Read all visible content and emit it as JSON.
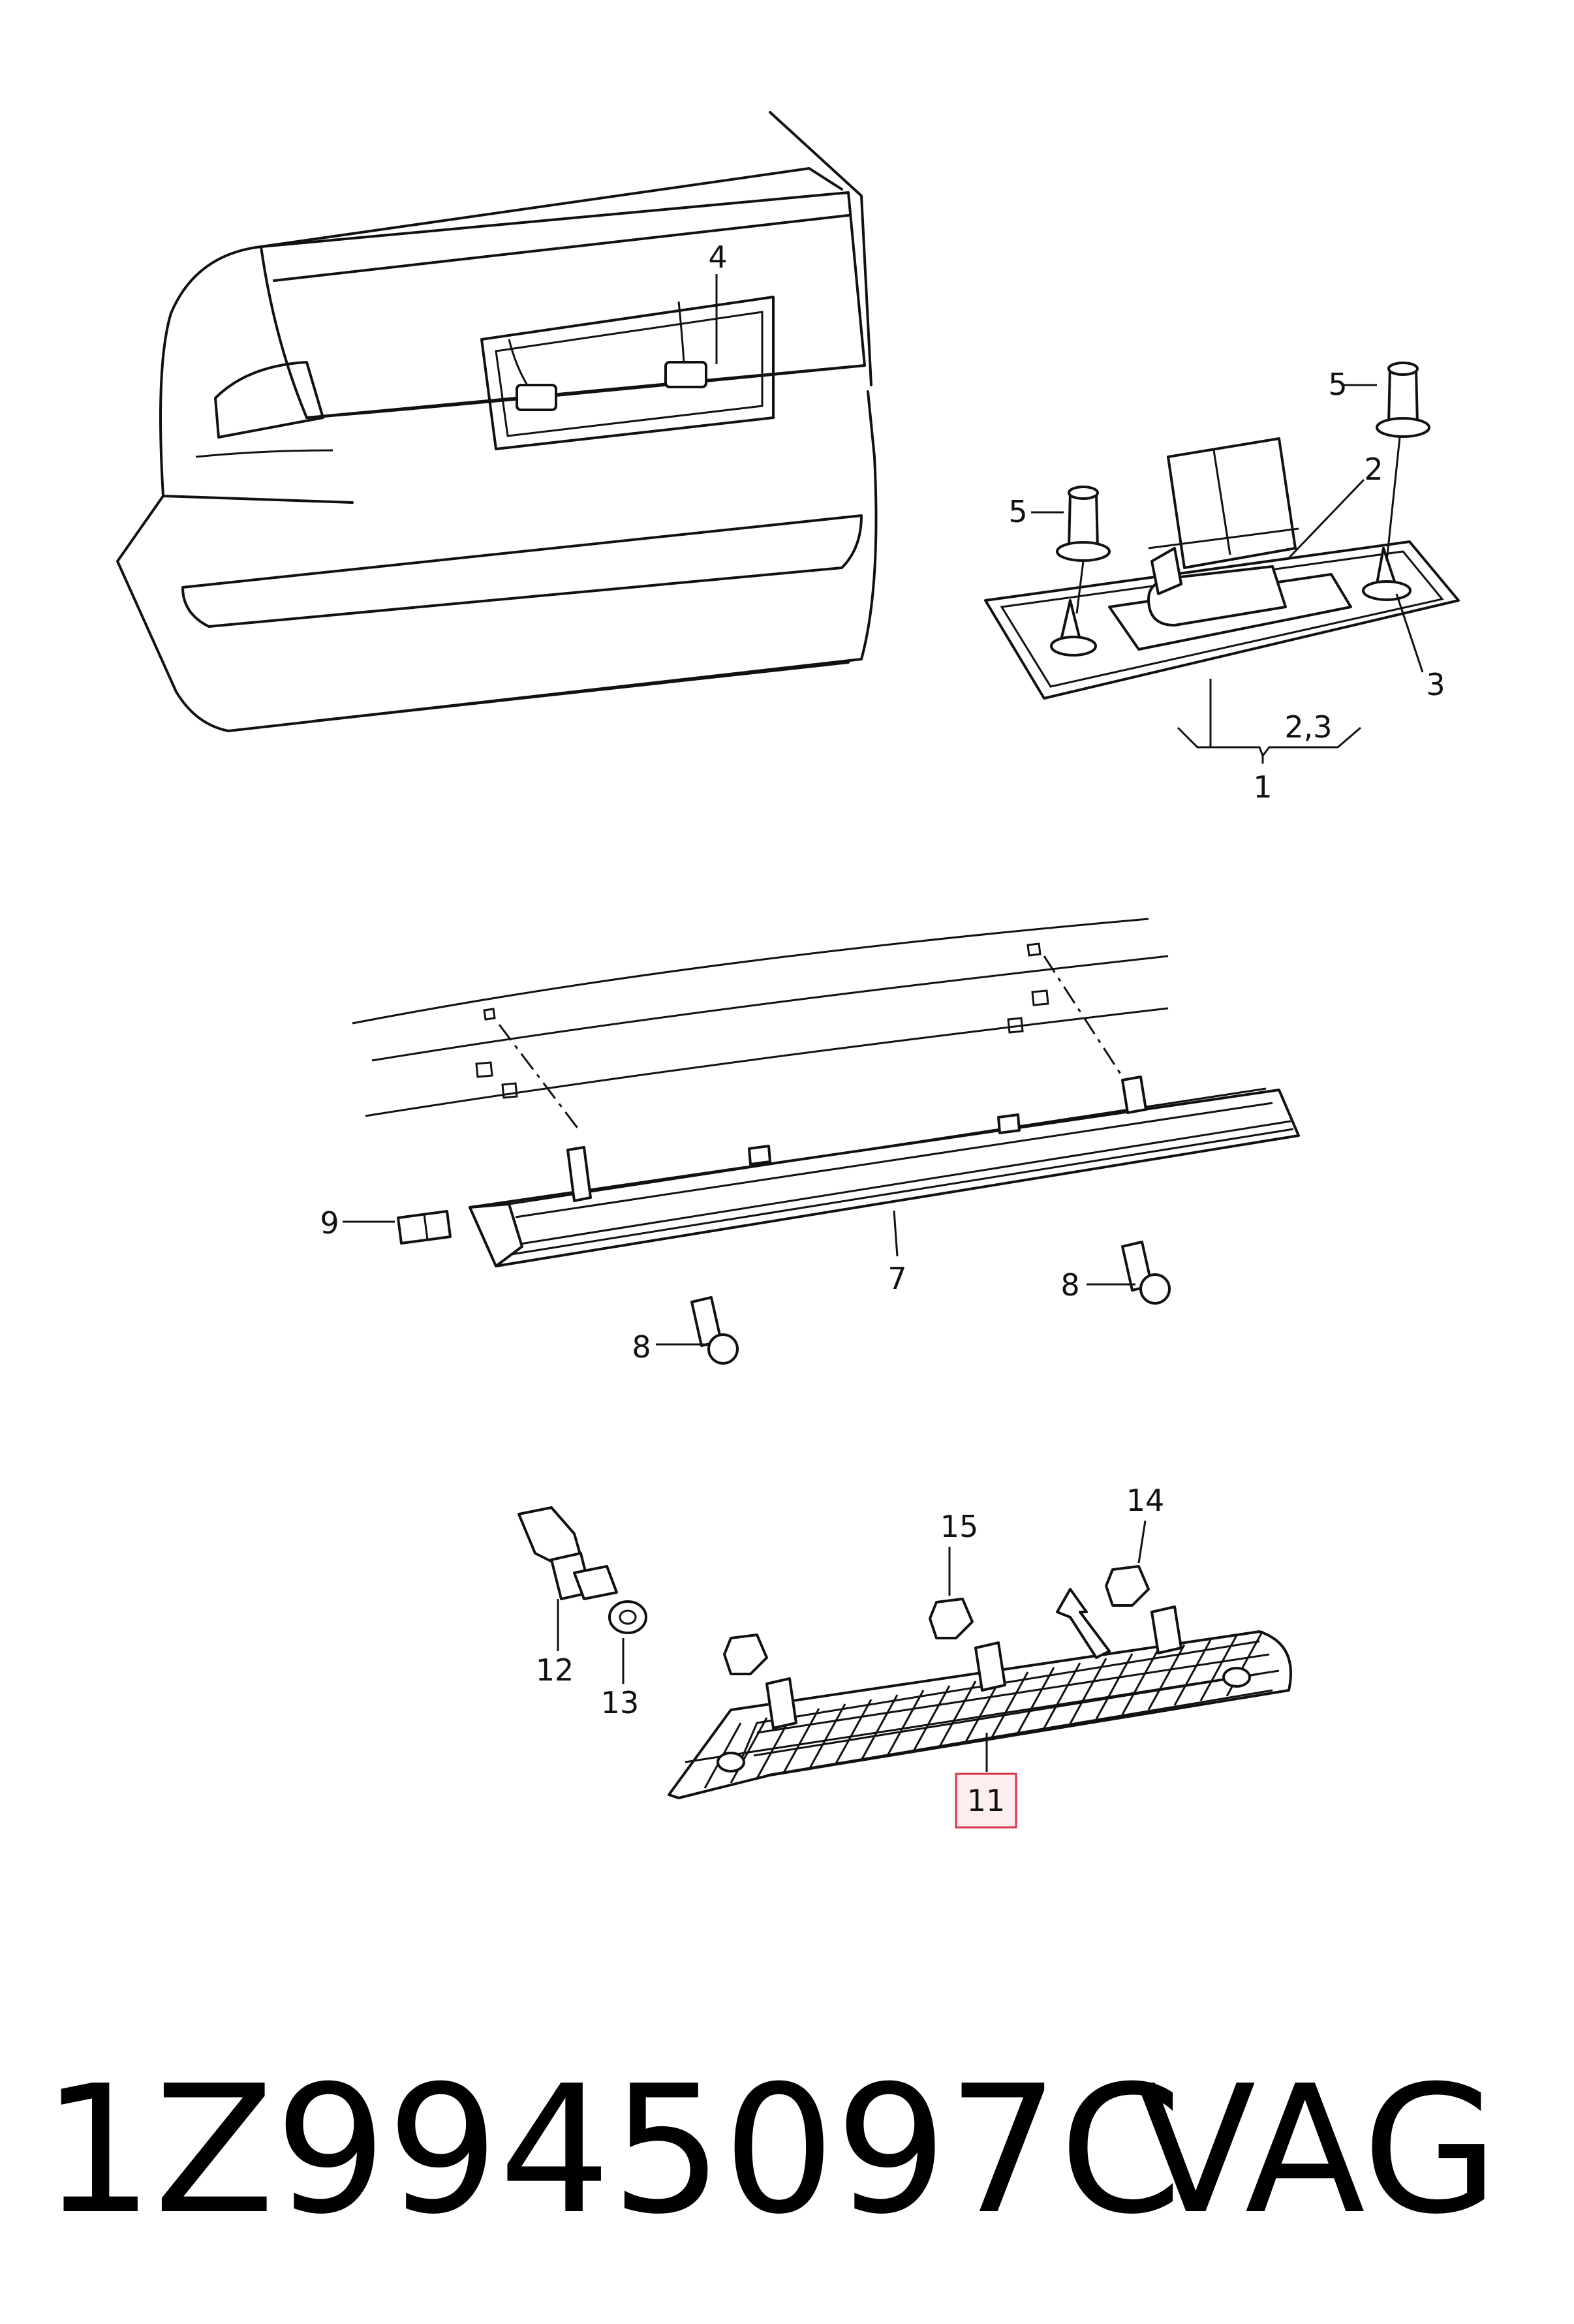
{
  "callouts": {
    "c1": "1",
    "c2": "2",
    "c2_3": "2,3",
    "c3": "3",
    "c4": "4",
    "c5a": "5",
    "c5b": "5",
    "c7": "7",
    "c8a": "8",
    "c8b": "8",
    "c9": "9",
    "c11": "11",
    "c12": "12",
    "c13": "13",
    "c14": "14",
    "c15": "15"
  },
  "footer": {
    "part_number": "1Z9945097C",
    "brand": "VAG"
  },
  "colors": {
    "line": "#111111",
    "highlight_border": "#d9344a",
    "highlight_fill": "#fdeef0"
  }
}
